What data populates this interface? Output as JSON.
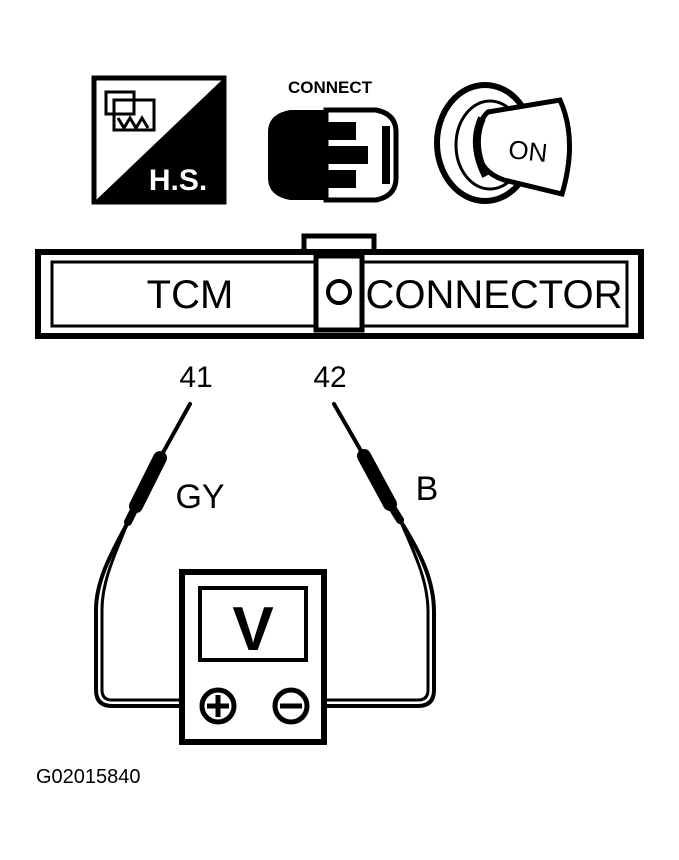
{
  "icons": {
    "hs_label": "H.S.",
    "connect_label": "CONNECT",
    "ignition_label": "ON"
  },
  "connector": {
    "left_label": "TCM",
    "center_symbol": "O",
    "right_label": "CONNECTOR"
  },
  "pins": {
    "left": "41",
    "right": "42"
  },
  "wires": {
    "left_color": "GY",
    "right_color": "B"
  },
  "meter": {
    "display": "V",
    "plus_symbol": "+",
    "minus_symbol": "−"
  },
  "figure_code": "G02015840"
}
